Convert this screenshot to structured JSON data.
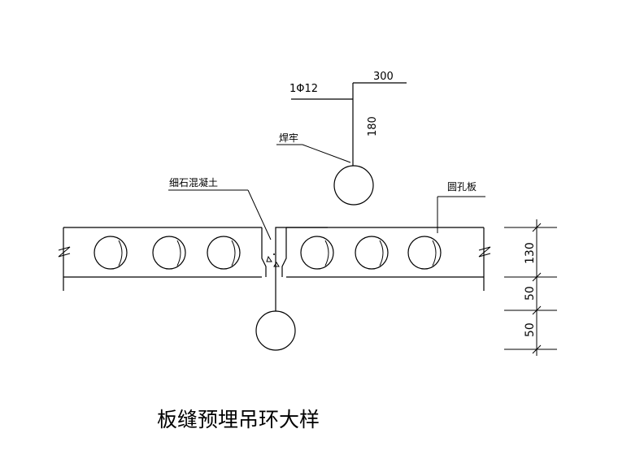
{
  "labels": {
    "rebar_spec": "1Φ12",
    "hook_width": "300",
    "hook_height": "180",
    "weld_note": "焊牢",
    "fine_concrete_note": "细石混凝土",
    "hollow_slab_note": "圆孔板",
    "slab_thickness": "130",
    "dim_50_upper": "50",
    "dim_50_lower": "50"
  },
  "title": "板缝预埋吊环大样"
}
